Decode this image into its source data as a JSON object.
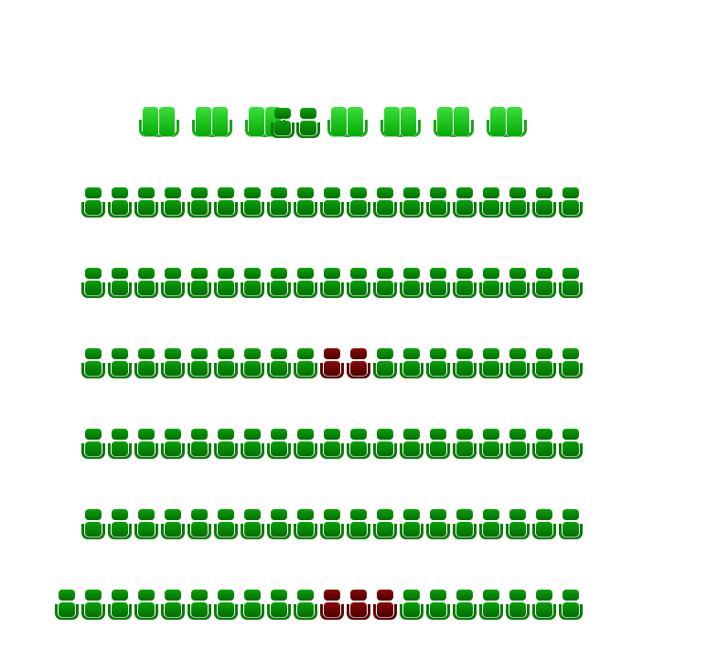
{
  "colors": {
    "free": "#068806",
    "taken": "#600000",
    "sofa": "#14c014"
  },
  "top_row": [
    "sofa",
    "sofa",
    "sofa",
    "free",
    "free",
    "sofa",
    "sofa",
    "sofa",
    "sofa"
  ],
  "rows": [
    {
      "offset": 1,
      "seats": [
        "free",
        "free",
        "free",
        "free",
        "free",
        "free",
        "free",
        "free",
        "free",
        "free",
        "free",
        "free",
        "free",
        "free",
        "free",
        "free",
        "free",
        "free",
        "free"
      ]
    },
    {
      "offset": 1,
      "seats": [
        "free",
        "free",
        "free",
        "free",
        "free",
        "free",
        "free",
        "free",
        "free",
        "free",
        "free",
        "free",
        "free",
        "free",
        "free",
        "free",
        "free",
        "free",
        "free"
      ]
    },
    {
      "offset": 1,
      "seats": [
        "free",
        "free",
        "free",
        "free",
        "free",
        "free",
        "free",
        "free",
        "free",
        "taken",
        "taken",
        "free",
        "free",
        "free",
        "free",
        "free",
        "free",
        "free",
        "free"
      ]
    },
    {
      "offset": 1,
      "seats": [
        "free",
        "free",
        "free",
        "free",
        "free",
        "free",
        "free",
        "free",
        "free",
        "free",
        "free",
        "free",
        "free",
        "free",
        "free",
        "free",
        "free",
        "free",
        "free"
      ]
    },
    {
      "offset": 1,
      "seats": [
        "free",
        "free",
        "free",
        "free",
        "free",
        "free",
        "free",
        "free",
        "free",
        "free",
        "free",
        "free",
        "free",
        "free",
        "free",
        "free",
        "free",
        "free",
        "free"
      ]
    },
    {
      "offset": 0,
      "seats": [
        "free",
        "free",
        "free",
        "free",
        "free",
        "free",
        "free",
        "free",
        "free",
        "free",
        "taken",
        "taken",
        "taken",
        "free",
        "free",
        "free",
        "free",
        "free",
        "free",
        "free"
      ]
    }
  ]
}
